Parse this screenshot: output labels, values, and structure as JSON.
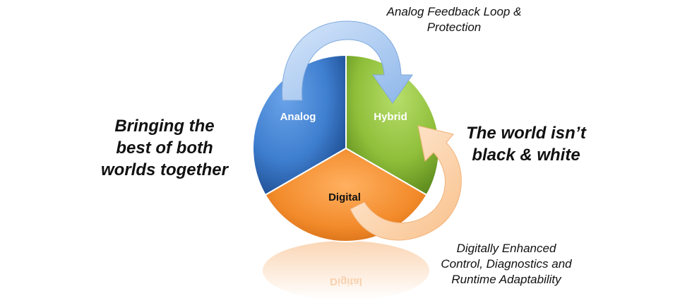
{
  "captions": {
    "top": [
      "Analog Feedback Loop &",
      "Protection"
    ],
    "bottom": [
      "Digitally Enhanced",
      "Control, Diagnostics and",
      "Runtime Adaptability"
    ]
  },
  "headlines": {
    "left": [
      "Bringing the",
      "best of both",
      "worlds together"
    ],
    "right": [
      "The world isn’t",
      "black & white"
    ]
  },
  "segments": {
    "analog": {
      "label": "Analog",
      "color": "#3f7fd0"
    },
    "hybrid": {
      "label": "Hybrid",
      "color": "#8fbf3a"
    },
    "digital": {
      "label": "Digital",
      "color": "#f28a2a"
    }
  },
  "arrows": {
    "top": {
      "color": "#a9c9f2"
    },
    "bottom": {
      "color": "#fbd2a8"
    }
  }
}
